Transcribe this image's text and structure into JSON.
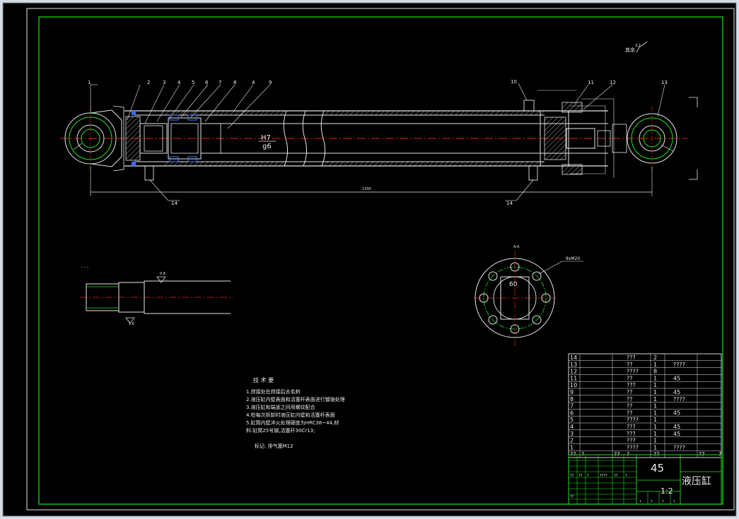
{
  "drawing": {
    "corner_note": "其余",
    "callouts": [
      "1",
      "2",
      "3",
      "4",
      "5",
      "6",
      "7",
      "8",
      "4",
      "9",
      "10",
      "11",
      "12",
      "13",
      "14",
      "14"
    ],
    "fit_upper": "H7",
    "fit_lower": "g6",
    "overall_length": "1200",
    "section_label": "A-A",
    "bolt_note": "8xM20",
    "flange_dim": "60",
    "tech_title": "技    术    要",
    "tech_lines": [
      "1.焊接处在焊接后去毛刺",
      "2.液压缸内壁表面和活塞杆表面进行镀铬处理",
      "3.液压缸和端盖之间用螺纹配合",
      "4.检每次拆卸时液压缸内壁和活塞杆表面",
      "5.缸筒内壁淬火处理硬度为HRC38~44,材",
      "料:缸筒25号钢,活塞杆30Cr13;"
    ],
    "tech_footer": "标记: 排气塞M12"
  },
  "bom": {
    "rows": [
      {
        "no": "14",
        "name": "???",
        "qty": "2",
        "mat": ""
      },
      {
        "no": "13",
        "name": "??",
        "qty": "1",
        "mat": "????"
      },
      {
        "no": "12",
        "name": "????",
        "qty": "8",
        "mat": ""
      },
      {
        "no": "11",
        "name": "??",
        "qty": "1",
        "mat": "45"
      },
      {
        "no": "10",
        "name": "???",
        "qty": "1",
        "mat": ""
      },
      {
        "no": "9",
        "name": "??",
        "qty": "1",
        "mat": "45"
      },
      {
        "no": "8",
        "name": "??",
        "qty": "1",
        "mat": "????"
      },
      {
        "no": "7",
        "name": "??",
        "qty": "1",
        "mat": ""
      },
      {
        "no": "6",
        "name": "??",
        "qty": "1",
        "mat": "45"
      },
      {
        "no": "5",
        "name": "????",
        "qty": "1",
        "mat": ""
      },
      {
        "no": "4",
        "name": "???",
        "qty": "1",
        "mat": "45"
      },
      {
        "no": "3",
        "name": "???",
        "qty": "1",
        "mat": "45"
      },
      {
        "no": "2",
        "name": "???",
        "qty": "1",
        "mat": ""
      },
      {
        "no": "1",
        "name": "????",
        "qty": "1",
        "mat": "????"
      }
    ],
    "header": [
      "??",
      "?",
      "??",
      "?",
      "??",
      "??",
      "?"
    ]
  },
  "title_block": {
    "material": "45",
    "name": "液压缸",
    "scale": "1:2",
    "sign_labels": [
      "??",
      "??",
      "?",
      "????",
      "??",
      "?",
      "?"
    ],
    "bottom_labels": [
      "??",
      "?",
      "?",
      "?",
      "?"
    ]
  }
}
